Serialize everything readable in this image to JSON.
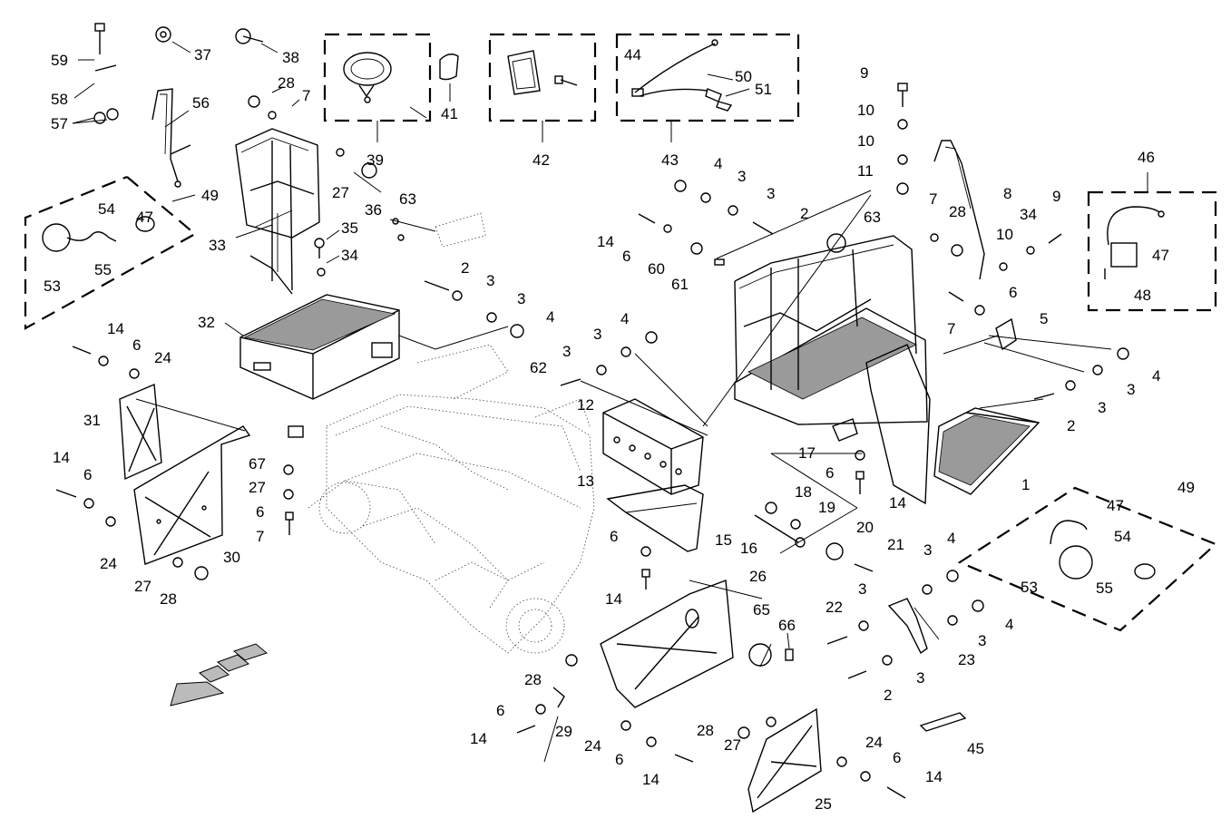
{
  "diagram": {
    "callouts": [
      {
        "id": "c59a",
        "text": "59"
      },
      {
        "id": "c37",
        "text": "37"
      },
      {
        "id": "c38",
        "text": "38"
      },
      {
        "id": "c58",
        "text": "58"
      },
      {
        "id": "c57",
        "text": "57"
      },
      {
        "id": "c56",
        "text": "56"
      },
      {
        "id": "c28a",
        "text": "28"
      },
      {
        "id": "c7a",
        "text": "7"
      },
      {
        "id": "c39",
        "text": "39"
      },
      {
        "id": "c41",
        "text": "41"
      },
      {
        "id": "c42",
        "text": "42"
      },
      {
        "id": "c44",
        "text": "44"
      },
      {
        "id": "c50",
        "text": "50"
      },
      {
        "id": "c51",
        "text": "51"
      },
      {
        "id": "c43",
        "text": "43"
      },
      {
        "id": "c9a",
        "text": "9"
      },
      {
        "id": "c10a",
        "text": "10"
      },
      {
        "id": "c10b",
        "text": "10"
      },
      {
        "id": "c11",
        "text": "11"
      },
      {
        "id": "c8",
        "text": "8"
      },
      {
        "id": "c46",
        "text": "46"
      },
      {
        "id": "c49a",
        "text": "49"
      },
      {
        "id": "c54a",
        "text": "54"
      },
      {
        "id": "c47a",
        "text": "47"
      },
      {
        "id": "c53a",
        "text": "53"
      },
      {
        "id": "c55a",
        "text": "55"
      },
      {
        "id": "c33",
        "text": "33"
      },
      {
        "id": "c27a",
        "text": "27"
      },
      {
        "id": "c63a",
        "text": "63"
      },
      {
        "id": "c36",
        "text": "36"
      },
      {
        "id": "c35",
        "text": "35"
      },
      {
        "id": "c34a",
        "text": "34"
      },
      {
        "id": "c4a",
        "text": "4"
      },
      {
        "id": "c3a",
        "text": "3"
      },
      {
        "id": "c3b",
        "text": "3"
      },
      {
        "id": "c2a",
        "text": "2"
      },
      {
        "id": "c14a",
        "text": "14"
      },
      {
        "id": "c6a",
        "text": "6"
      },
      {
        "id": "c60",
        "text": "60"
      },
      {
        "id": "c61",
        "text": "61"
      },
      {
        "id": "c63b",
        "text": "63"
      },
      {
        "id": "c7b",
        "text": "7"
      },
      {
        "id": "c28b",
        "text": "28"
      },
      {
        "id": "c10c",
        "text": "10"
      },
      {
        "id": "c34b",
        "text": "34"
      },
      {
        "id": "c9b",
        "text": "9"
      },
      {
        "id": "c47b",
        "text": "47"
      },
      {
        "id": "c48",
        "text": "48"
      },
      {
        "id": "c32",
        "text": "32"
      },
      {
        "id": "c2b",
        "text": "2"
      },
      {
        "id": "c3c",
        "text": "3"
      },
      {
        "id": "c3d",
        "text": "3"
      },
      {
        "id": "c4b",
        "text": "4"
      },
      {
        "id": "c7c",
        "text": "7"
      },
      {
        "id": "c6b",
        "text": "6"
      },
      {
        "id": "c5",
        "text": "5"
      },
      {
        "id": "c14b",
        "text": "14"
      },
      {
        "id": "c6c",
        "text": "6"
      },
      {
        "id": "c24a",
        "text": "24"
      },
      {
        "id": "c4c",
        "text": "4"
      },
      {
        "id": "c3e",
        "text": "3"
      },
      {
        "id": "c3f",
        "text": "3"
      },
      {
        "id": "c62",
        "text": "62"
      },
      {
        "id": "c3g",
        "text": "3"
      },
      {
        "id": "c4d",
        "text": "4"
      },
      {
        "id": "c3h",
        "text": "3"
      },
      {
        "id": "c2c",
        "text": "2"
      },
      {
        "id": "c12",
        "text": "12"
      },
      {
        "id": "c31",
        "text": "31"
      },
      {
        "id": "c17",
        "text": "17"
      },
      {
        "id": "c6d",
        "text": "6"
      },
      {
        "id": "c14c",
        "text": "14"
      },
      {
        "id": "c1",
        "text": "1"
      },
      {
        "id": "c67",
        "text": "67"
      },
      {
        "id": "c27b",
        "text": "27"
      },
      {
        "id": "c6e",
        "text": "6"
      },
      {
        "id": "c7d",
        "text": "7"
      },
      {
        "id": "c14d",
        "text": "14"
      },
      {
        "id": "c6f",
        "text": "6"
      },
      {
        "id": "c24b",
        "text": "24"
      },
      {
        "id": "c30",
        "text": "30"
      },
      {
        "id": "c27c",
        "text": "27"
      },
      {
        "id": "c28c",
        "text": "28"
      },
      {
        "id": "c13",
        "text": "13"
      },
      {
        "id": "c18",
        "text": "18"
      },
      {
        "id": "c19",
        "text": "19"
      },
      {
        "id": "c15",
        "text": "15"
      },
      {
        "id": "c16",
        "text": "16"
      },
      {
        "id": "c20",
        "text": "20"
      },
      {
        "id": "c21",
        "text": "21"
      },
      {
        "id": "c6g",
        "text": "6"
      },
      {
        "id": "c14e",
        "text": "14"
      },
      {
        "id": "c49b",
        "text": "49"
      },
      {
        "id": "c47c",
        "text": "47"
      },
      {
        "id": "c54b",
        "text": "54"
      },
      {
        "id": "c53b",
        "text": "53"
      },
      {
        "id": "c55b",
        "text": "55"
      },
      {
        "id": "c3i",
        "text": "3"
      },
      {
        "id": "c4e",
        "text": "4"
      },
      {
        "id": "c26",
        "text": "26"
      },
      {
        "id": "c65",
        "text": "65"
      },
      {
        "id": "c66",
        "text": "66"
      },
      {
        "id": "c22",
        "text": "22"
      },
      {
        "id": "c3j",
        "text": "3"
      },
      {
        "id": "c23",
        "text": "23"
      },
      {
        "id": "c4f",
        "text": "4"
      },
      {
        "id": "c3k",
        "text": "3"
      },
      {
        "id": "c3l",
        "text": "3"
      },
      {
        "id": "c2d",
        "text": "2"
      },
      {
        "id": "c28d",
        "text": "28"
      },
      {
        "id": "c6h",
        "text": "6"
      },
      {
        "id": "c14f",
        "text": "14"
      },
      {
        "id": "c29",
        "text": "29"
      },
      {
        "id": "c24c",
        "text": "24"
      },
      {
        "id": "c6i",
        "text": "6"
      },
      {
        "id": "c14g",
        "text": "14"
      },
      {
        "id": "c28e",
        "text": "28"
      },
      {
        "id": "c27d",
        "text": "27"
      },
      {
        "id": "c24d",
        "text": "24"
      },
      {
        "id": "c6j",
        "text": "6"
      },
      {
        "id": "c14h",
        "text": "14"
      },
      {
        "id": "c45",
        "text": "45"
      },
      {
        "id": "c25",
        "text": "25"
      }
    ]
  }
}
